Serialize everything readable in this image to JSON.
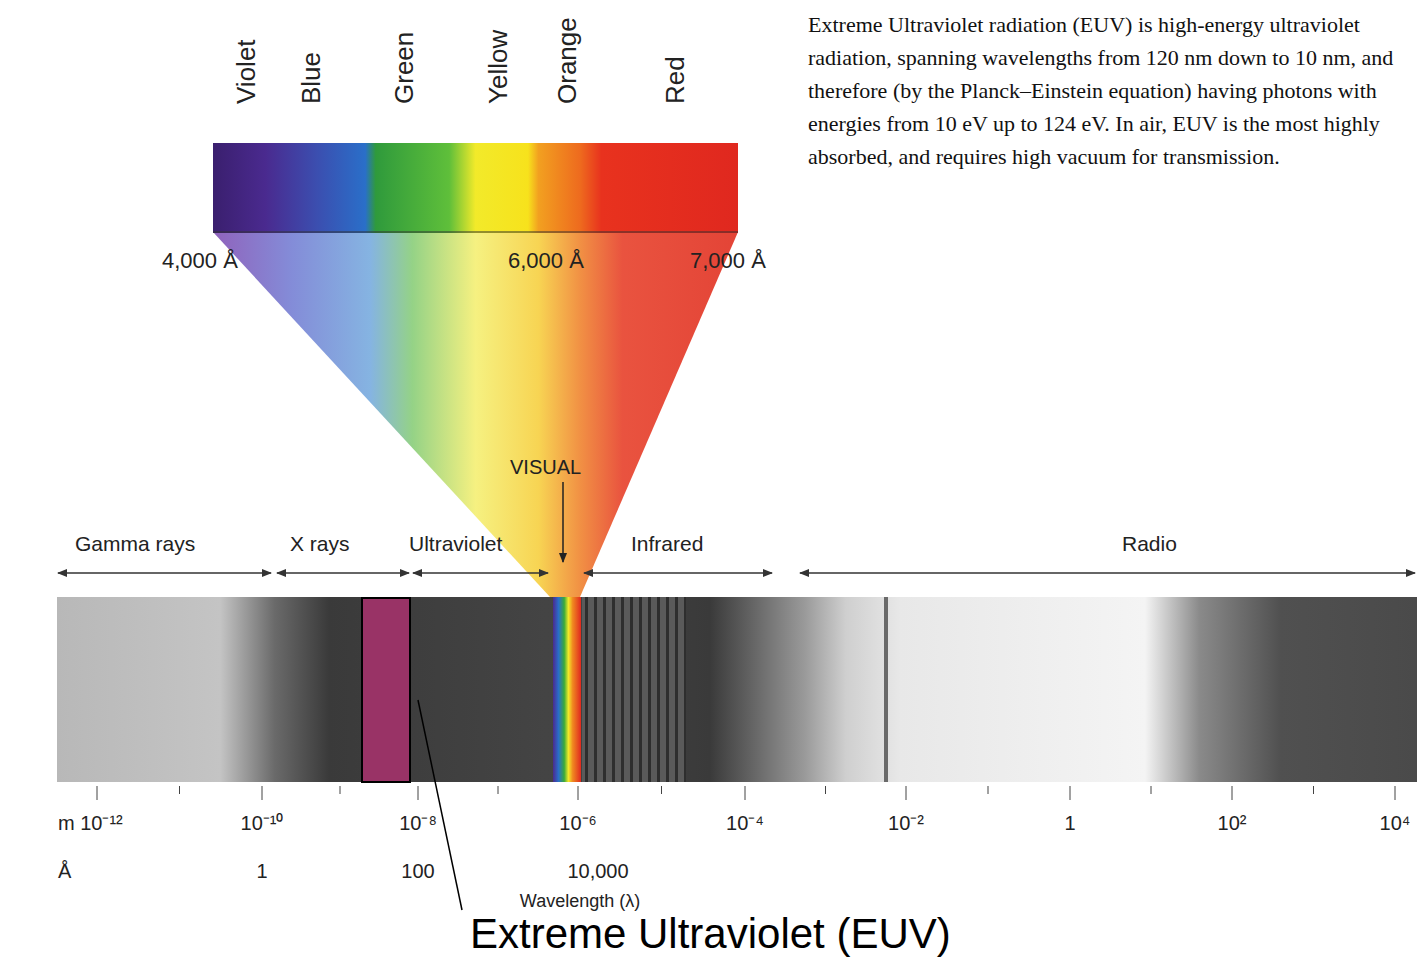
{
  "diagram": {
    "labels": [
      "Violet",
      "Blue",
      "Green",
      "Yellow",
      "Orange",
      "Red",
      "4,000 Å",
      "6,000 Å",
      "7,000 Å",
      "Extreme Ultraviolet radiation (EUV) is high-energy ultraviolet radiation, spanning wavelengths from 120 nm down to 10 nm, and therefore (by the Planck–Einstein equation) having photons with energies from 10 eV up to 124 eV. In air, EUV is the most highly absorbed, and requires high vacuum for transmission.",
      "VISUAL",
      "Gamma rays",
      "X rays",
      "Ultraviolet",
      "Infrared",
      "Radio",
      "m 10⁻¹²",
      "10⁻¹⁰",
      "10⁻⁸",
      "10⁻⁶",
      "10⁻⁴",
      "10⁻²",
      "1",
      "10²",
      "10⁴",
      "Å",
      "1",
      "100",
      "10,000",
      "Wavelength (λ)",
      "Extreme Ultraviolet (EUV)"
    ]
  }
}
